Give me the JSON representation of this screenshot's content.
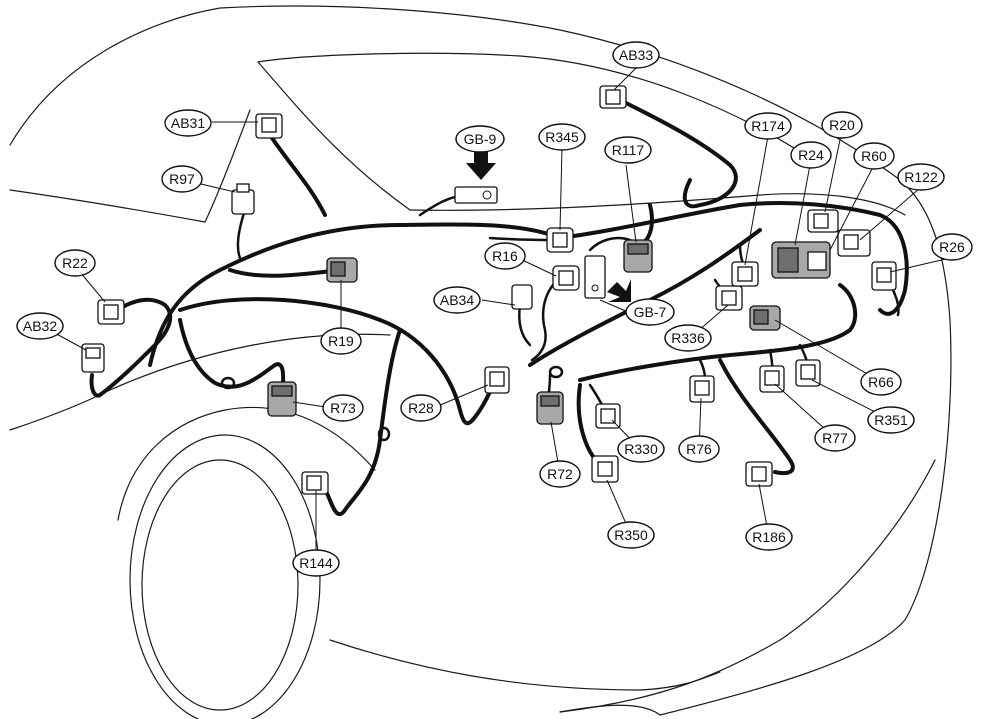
{
  "diagram": {
    "colors": {
      "line": "#111111",
      "connector_grey": "#a8a8a8",
      "background": "#ffffff"
    },
    "labels": {
      "AB33": "AB33",
      "AB31": "AB31",
      "R97": "R97",
      "GB9": "GB-9",
      "R345": "R345",
      "R117": "R117",
      "R174": "R174",
      "R20": "R20",
      "R24": "R24",
      "R60": "R60",
      "R122": "R122",
      "R26": "R26",
      "R22": "R22",
      "R16": "R16",
      "AB34": "AB34",
      "GB7": "GB-7",
      "R336": "R336",
      "AB32": "AB32",
      "R19": "R19",
      "R66": "R66",
      "R73": "R73",
      "R28": "R28",
      "R351": "R351",
      "R77": "R77",
      "R330": "R330",
      "R76": "R76",
      "R72": "R72",
      "R350": "R350",
      "R186": "R186",
      "R144": "R144"
    }
  }
}
